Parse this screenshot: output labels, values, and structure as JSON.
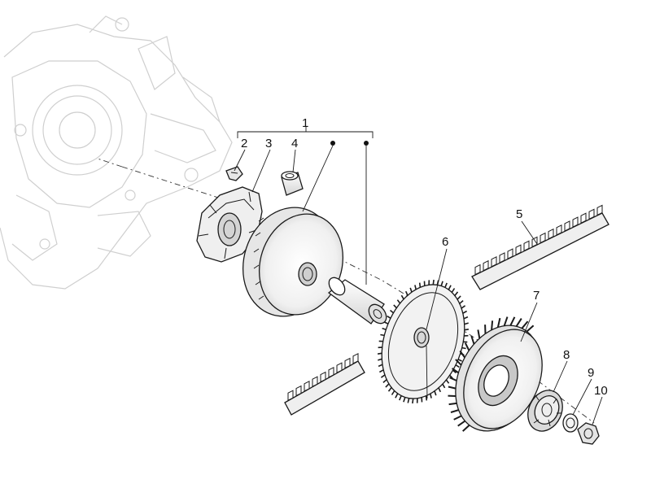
{
  "diagram": {
    "callouts": [
      {
        "id": "1",
        "label": "1"
      },
      {
        "id": "2",
        "label": "2"
      },
      {
        "id": "3",
        "label": "3"
      },
      {
        "id": "4",
        "label": "4"
      },
      {
        "id": "5",
        "label": "5"
      },
      {
        "id": "6",
        "label": "6"
      },
      {
        "id": "7",
        "label": "7"
      },
      {
        "id": "8",
        "label": "8"
      },
      {
        "id": "9",
        "label": "9"
      },
      {
        "id": "10",
        "label": "10"
      }
    ],
    "colors": {
      "line": "#1a1a1a",
      "ghost_housing": "#cfcfcf",
      "part_fill_light": "#f2f2f2",
      "part_fill_mid": "#d9d9d9",
      "background": "#ffffff"
    }
  }
}
